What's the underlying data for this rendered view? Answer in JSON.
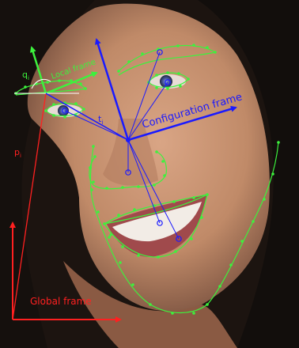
{
  "labels": {
    "local_frame": "Local frame",
    "local_angle": "q",
    "local_angle_sub": "i",
    "translation": "t",
    "translation_sub": "i",
    "position": "p",
    "position_sub": "i",
    "configuration_frame": "Configuration frame",
    "global_frame": "Global frame"
  },
  "colors": {
    "landmarks": "#3df23d",
    "configuration": "#1a1aff",
    "global": "#ff2020",
    "local": "#3df23d",
    "background": "#1c1410",
    "skin": "#c89473",
    "hair": "#1a1310"
  }
}
